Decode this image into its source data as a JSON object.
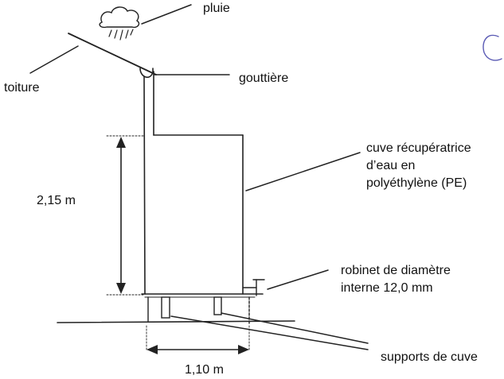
{
  "labels": {
    "rain": "pluie",
    "roof": "toiture",
    "gutter": "gouttière",
    "tank_line1": "cuve récupératrice",
    "tank_line2": "d’eau en",
    "tank_line3": "polyéthylène (PE)",
    "height": "2,15 m",
    "tap_line1": "robinet de diamètre",
    "tap_line2": "interne 12,0 mm",
    "supports": "supports de cuve",
    "width": "1,10 m"
  },
  "icons": {
    "rain": "rain-cloud-icon",
    "corner_mark": "corner-c-mark"
  }
}
